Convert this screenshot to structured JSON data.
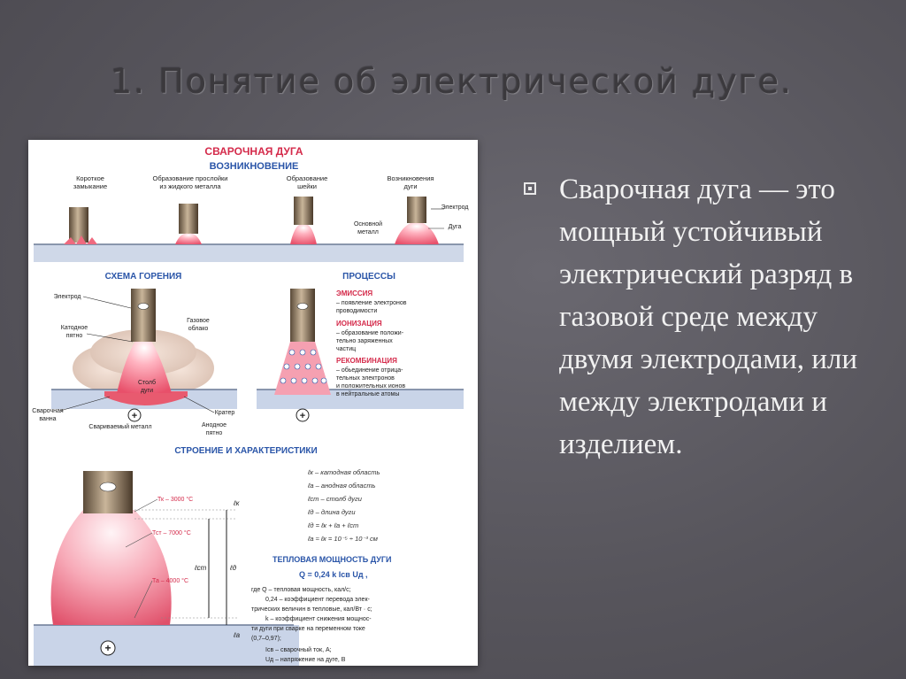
{
  "slide": {
    "title": "1. Понятие об электрической дуге.",
    "bullet": "Сварочная дуга — это мощный устойчивый электрический разряд в газовой среде между двумя электродами, или между электродами и изделием."
  },
  "poster": {
    "header1": "СВАРОЧНАЯ ДУГА",
    "header2": "ВОЗНИКНОВЕНИЕ",
    "stage1": [
      "Короткое",
      "замыкание"
    ],
    "stage2": [
      "Образование прослойки",
      "из жидкого металла"
    ],
    "stage3": [
      "Образование",
      "шейки"
    ],
    "stage4": [
      "Возникновения",
      "дуги"
    ],
    "stage4_electrode": "Электрод",
    "stage4_arc": "Дуга",
    "stage4_base": [
      "Основной",
      "металл"
    ],
    "section_burning": "СХЕМА ГОРЕНИЯ",
    "section_processes": "ПРОЦЕССЫ",
    "burn_electrode": "Электрод",
    "burn_cathode": [
      "Катодное",
      "пятно"
    ],
    "burn_gas": [
      "Газовое",
      "облако"
    ],
    "burn_column": [
      "Столб",
      "дуги"
    ],
    "burn_pool": [
      "Сварочная",
      "ванна"
    ],
    "burn_crater": "Кратер",
    "burn_base": "Свариваемый металл",
    "burn_anode": [
      "Анодное",
      "пятно"
    ],
    "plus": "+",
    "emission_head": "ЭМИССИЯ",
    "emission_text": [
      "– появление электронов",
      "проводимости"
    ],
    "ionization_head": "ИОНИЗАЦИЯ",
    "ionization_text": [
      "– образование положи-",
      "тельно заряженных",
      "частиц"
    ],
    "recomb_head": "РЕКОМБИНАЦИЯ",
    "recomb_text": [
      "– обьединение отрица-",
      "тельных электронов",
      "и положительных ионов",
      "в нейтральные атомы"
    ],
    "section_structure": "СТРОЕНИЕ И ХАРАКТЕРИСТИКИ",
    "temp_k": "Тк – 3000 °С",
    "temp_st": "Тст – 7000 °С",
    "temp_a": "Та – 4000 °С",
    "lab_lk": "ℓк",
    "lab_lst": "ℓст",
    "lab_ld": "ℓд",
    "lab_la": "ℓа",
    "legend": [
      "ℓк – катодная область",
      "ℓа – анодная область",
      "ℓст – столб дуги",
      "ℓд – длина дуги",
      "ℓд = ℓк + ℓа + ℓст",
      "ℓа ≈ ℓк = 10⁻⁵ ÷ 10⁻³ см"
    ],
    "power_title": "ТЕПЛОВАЯ МОЩНОСТЬ ДУГИ",
    "power_formula": "Q = 0,24 k Iсв Uд ,",
    "power_notes": [
      "где Q – тепловая мощность, кал/с;",
      "0,24 – коэффициент перевода элек-",
      "трических величин в тепловые, кал/Вт · с;",
      "k – коэффициент снижения мощнос-",
      "ти дуги при сварке на переменном токе",
      "(0,7–0,97);",
      "Iсв – сварочный ток, А;",
      "Uд – напряжение на дуге, В"
    ]
  },
  "colors": {
    "poster_red": "#d42a4a",
    "poster_blue": "#2a55a8",
    "text_light": "#f1f1f1"
  }
}
